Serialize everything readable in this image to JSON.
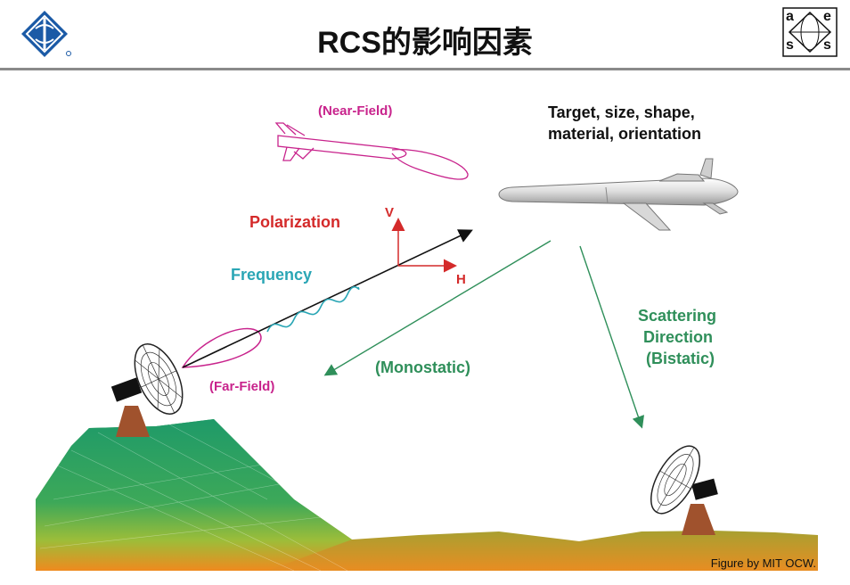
{
  "title": "RCS的影响因素",
  "aes_logo": {
    "letters": [
      "a",
      "e",
      "s",
      "s"
    ]
  },
  "labels": {
    "near_field": "(Near-Field)",
    "target": "Target, size, shape,",
    "target_line2": "material, orientation",
    "polarization": "Polarization",
    "v": "V",
    "h": "H",
    "frequency": "Frequency",
    "monostatic": "(Monostatic)",
    "far_field": "(Far-Field)",
    "scattering": "Scattering",
    "direction": "Direction",
    "bistatic": "(Bistatic)"
  },
  "credit": "Figure by MIT OCW.",
  "colors": {
    "magenta": "#c8238c",
    "red": "#d42a2a",
    "teal": "#2aa6b5",
    "green": "#2f8f5a",
    "ieee_blue": "#1b5aa6",
    "rule": "#8a8a8a"
  }
}
